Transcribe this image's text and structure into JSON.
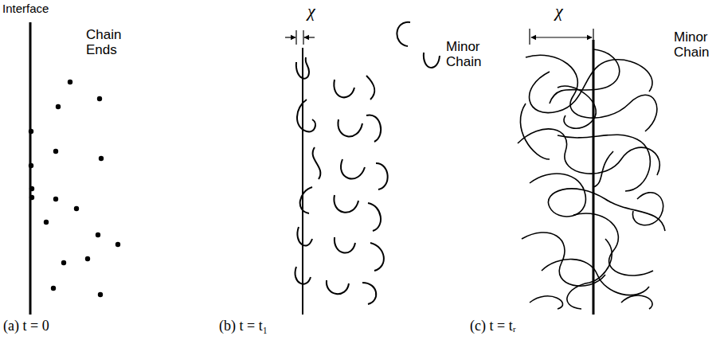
{
  "diagram": {
    "labels": [
      "Interface",
      "Chain Ends",
      "χ",
      "Minor Chain",
      "χ",
      "Minor Chain",
      "(a) t = 0",
      "(b) t = t₁",
      "(c) t = tᵣ"
    ]
  }
}
